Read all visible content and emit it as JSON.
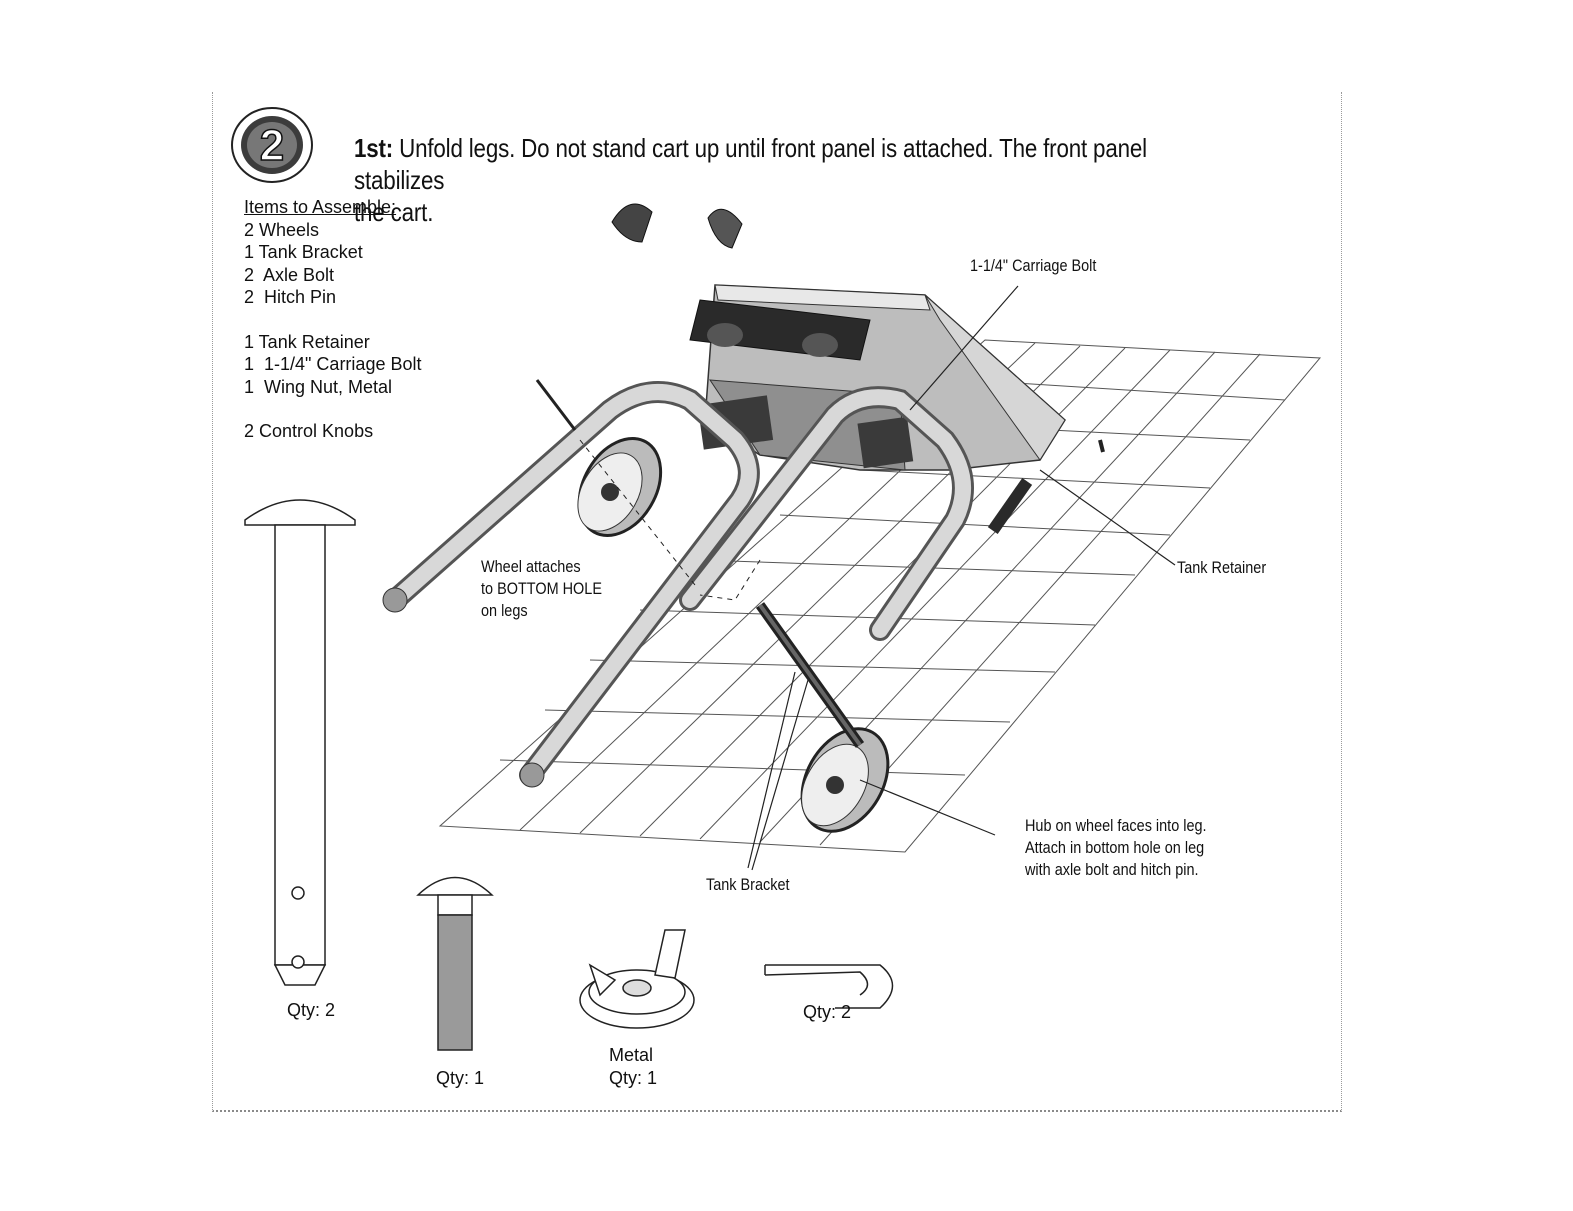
{
  "step": {
    "number": "2",
    "lead": "1st:",
    "instruction_line1": "Unfold legs. Do not stand cart up until front panel is attached. The front panel stabilizes",
    "instruction_line2": "the cart."
  },
  "items": {
    "heading": "Items to Assemble:",
    "group1": [
      "2 Wheels",
      "1 Tank Bracket",
      "2  Axle Bolt",
      "2  Hitch Pin"
    ],
    "group2": [
      "1 Tank Retainer",
      "1  1-1/4\" Carriage Bolt",
      "1  Wing Nut, Metal"
    ],
    "group3": [
      "2 Control Knobs"
    ]
  },
  "callouts": {
    "carriage_bolt": "1-1/4\" Carriage Bolt",
    "wheel_line1": "Wheel attaches",
    "wheel_line2": "to BOTTOM HOLE",
    "wheel_line3": "on legs",
    "tank_retainer": "Tank Retainer",
    "tank_bracket": "Tank Bracket",
    "hub_line1": "Hub on wheel faces into leg.",
    "hub_line2": "Attach in bottom hole on leg",
    "hub_line3": "with axle bolt and hitch pin."
  },
  "parts": {
    "axle_bolt_qty": "Qty: 2",
    "carriage_bolt_qty": "Qty: 1",
    "wing_nut_material": "Metal",
    "wing_nut_qty": "Qty: 1",
    "hitch_pin_qty": "Qty: 2"
  }
}
